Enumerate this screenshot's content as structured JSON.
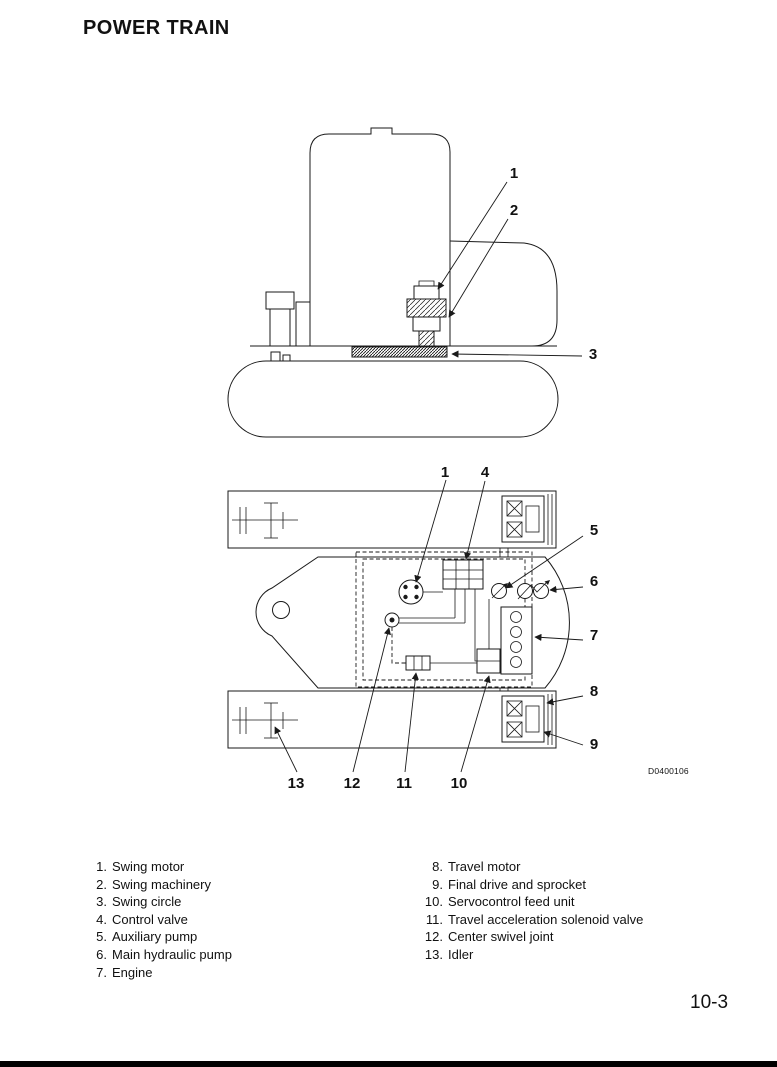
{
  "page": {
    "title": "POWER TRAIN",
    "page_number": "10-3",
    "figure_code": "D0400106"
  },
  "diagram": {
    "side_view": {
      "callouts": {
        "c1": "1",
        "c2": "2",
        "c3": "3"
      }
    },
    "top_view": {
      "callouts": {
        "c1": "1",
        "c4": "4",
        "c5": "5",
        "c6": "6",
        "c7": "7",
        "c8": "8",
        "c9": "9",
        "c10": "10",
        "c11": "11",
        "c12": "12",
        "c13": "13"
      }
    }
  },
  "legend": {
    "left": [
      {
        "num": "1.",
        "label": "Swing motor"
      },
      {
        "num": "2.",
        "label": "Swing machinery"
      },
      {
        "num": "3.",
        "label": "Swing circle"
      },
      {
        "num": "4.",
        "label": "Control valve"
      },
      {
        "num": "5.",
        "label": "Auxiliary pump"
      },
      {
        "num": "6.",
        "label": "Main hydraulic pump"
      },
      {
        "num": "7.",
        "label": "Engine"
      }
    ],
    "right": [
      {
        "num": "8.",
        "label": "Travel motor"
      },
      {
        "num": "9.",
        "label": "Final drive and sprocket"
      },
      {
        "num": "10.",
        "label": "Servocontrol feed unit"
      },
      {
        "num": "11.",
        "label": "Travel acceleration solenoid valve"
      },
      {
        "num": "12.",
        "label": "Center swivel joint"
      },
      {
        "num": "13.",
        "label": "Idler"
      }
    ]
  }
}
